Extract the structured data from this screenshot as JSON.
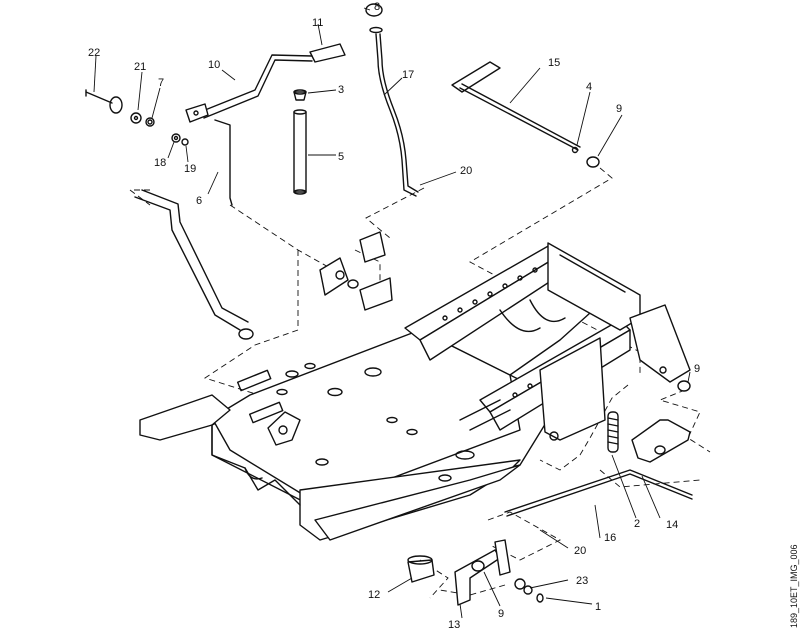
{
  "image_code": "189_10ET_IMG_006",
  "callouts": [
    {
      "id": "c1",
      "label": "1"
    },
    {
      "id": "c2",
      "label": "2"
    },
    {
      "id": "c3",
      "label": "3"
    },
    {
      "id": "c4",
      "label": "4"
    },
    {
      "id": "c5",
      "label": "5"
    },
    {
      "id": "c6",
      "label": "6"
    },
    {
      "id": "c7",
      "label": "7"
    },
    {
      "id": "c8",
      "label": "8"
    },
    {
      "id": "c9a",
      "label": "9"
    },
    {
      "id": "c9b",
      "label": "9"
    },
    {
      "id": "c9c",
      "label": "9"
    },
    {
      "id": "c10",
      "label": "10"
    },
    {
      "id": "c11",
      "label": "11"
    },
    {
      "id": "c12",
      "label": "12"
    },
    {
      "id": "c13",
      "label": "13"
    },
    {
      "id": "c14",
      "label": "14"
    },
    {
      "id": "c15",
      "label": "15"
    },
    {
      "id": "c16",
      "label": "16"
    },
    {
      "id": "c17",
      "label": "17"
    },
    {
      "id": "c18",
      "label": "18"
    },
    {
      "id": "c19",
      "label": "19"
    },
    {
      "id": "c20a",
      "label": "20"
    },
    {
      "id": "c20b",
      "label": "20"
    },
    {
      "id": "c21",
      "label": "21"
    },
    {
      "id": "c22",
      "label": "22"
    },
    {
      "id": "c23",
      "label": "23"
    }
  ]
}
